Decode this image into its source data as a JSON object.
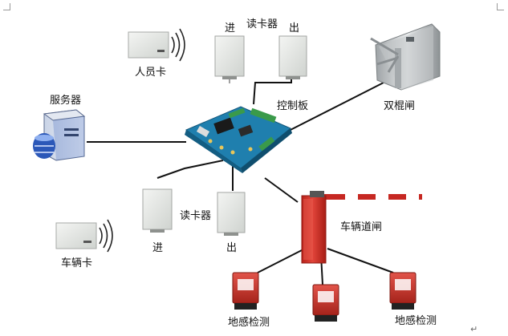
{
  "labels": {
    "reader_top": "读卡器",
    "entry_top": "进",
    "exit_top": "出",
    "personnel_card": "人员卡",
    "controller": "控制板",
    "turnstile": "双棍闸",
    "server": "服务器",
    "reader_bottom": "读卡器",
    "entry_bottom": "进",
    "exit_bottom": "出",
    "barrier_gate": "车辆道闸",
    "vehicle_card": "车辆卡",
    "loop_detector_1": "地感检测",
    "loop_detector_2": "地感检测",
    "return_mark": "↵"
  },
  "colors": {
    "pcb": "#1f7fae",
    "barrier": "#d9332b",
    "boom": "#c62822",
    "detector": "#c7372f",
    "server_blue": "#2c58b8",
    "reader": "#e6e8e6"
  }
}
